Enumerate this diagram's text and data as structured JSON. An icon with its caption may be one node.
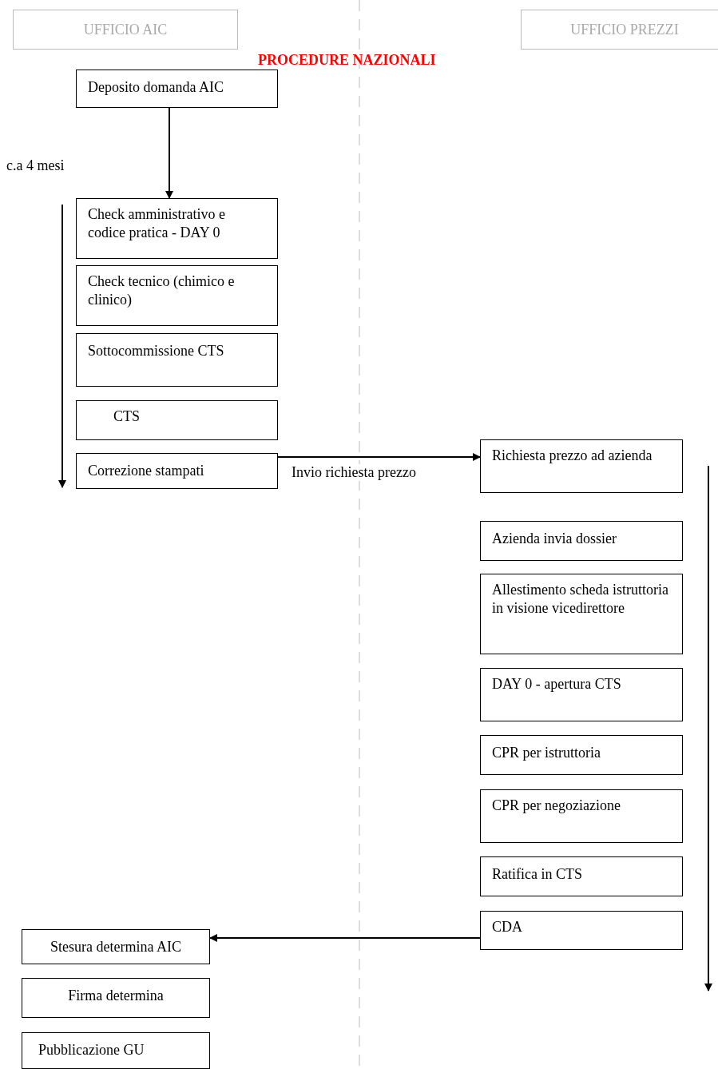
{
  "diagram": {
    "title": "PROCEDURE NAZIONALI",
    "nodes": [
      {
        "text": [
          "UFFICIO AIC"
        ]
      },
      {
        "text": [
          "UFFICIO PREZZI"
        ]
      },
      {
        "text": [
          "Deposito domanda AIC"
        ]
      },
      {
        "text": [
          "Check amministrativo e codice pratica - DAY 0"
        ]
      },
      {
        "text": [
          "Check tecnico (chimico e clinico)"
        ]
      },
      {
        "text": [
          "Sottocommissione CTS"
        ]
      },
      {
        "text": [
          "CTS"
        ]
      },
      {
        "text": [
          "Correzione stampati"
        ]
      },
      {
        "text": [
          "Richiesta prezzo ad azienda"
        ]
      },
      {
        "text": [
          "Azienda invia dossier"
        ]
      },
      {
        "text": [
          "Allestimento scheda istruttoria in visione vicedirettore"
        ]
      },
      {
        "text": [
          "DAY 0 - apertura CTS"
        ]
      },
      {
        "text": [
          "CPR per istruttoria"
        ]
      },
      {
        "text": [
          "CPR per negoziazione"
        ]
      },
      {
        "text": [
          "Ratifica in CTS"
        ]
      },
      {
        "text": [
          "CDA"
        ]
      },
      {
        "text": [
          "Stesura determina AIC"
        ]
      },
      {
        "text": [
          "Firma determina"
        ]
      },
      {
        "text": [
          "Pubblicazione GU"
        ]
      }
    ],
    "edges": [
      {
        "from": 2,
        "to": 3,
        "arrow": "to"
      },
      {
        "from": 7,
        "to": 8,
        "arrow": "to",
        "label": "Invio richiesta prezzo"
      },
      {
        "from": 15,
        "to": 16,
        "arrow": "to"
      }
    ],
    "labels": [
      "c.a 4 mesi"
    ]
  }
}
